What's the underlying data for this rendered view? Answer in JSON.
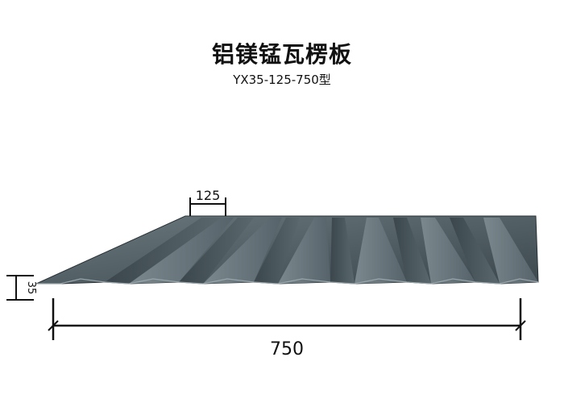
{
  "header": {
    "title": "铝镁锰瓦楞板",
    "subtitle": "YX35-125-750型"
  },
  "dimensions": {
    "pitch_label": "125",
    "height_label": "35",
    "width_label": "750"
  },
  "colors": {
    "panel_light": "#5f6d73",
    "panel_mid": "#46535a",
    "panel_dark": "#2f3a40",
    "rib_highlight": "#7a888e",
    "dimension_line": "#111111"
  }
}
